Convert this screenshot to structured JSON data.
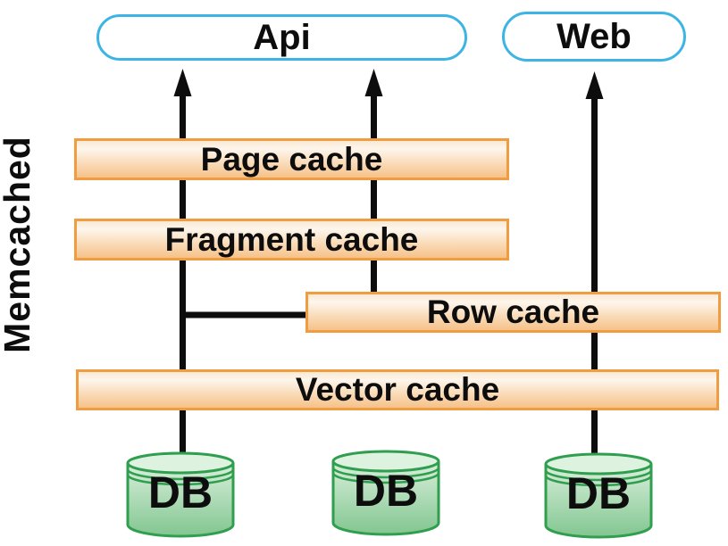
{
  "diagram": {
    "side_label": "Memcached",
    "endpoints": {
      "api": "Api",
      "web": "Web"
    },
    "caches": {
      "page": "Page cache",
      "fragment": "Fragment cache",
      "row": "Row cache",
      "vector": "Vector cache"
    },
    "databases": [
      "DB",
      "DB",
      "DB"
    ],
    "colors": {
      "endpoint_border": "#3cb4e5",
      "cache_border": "#f09c40",
      "cache_fill_top": "#fdf6ec",
      "cache_fill_bottom": "#f6c28a",
      "db_border": "#2f9e4e",
      "db_fill_light": "#d9efdc",
      "db_fill_dark": "#82c690",
      "arrow": "#0d0d0d"
    }
  }
}
